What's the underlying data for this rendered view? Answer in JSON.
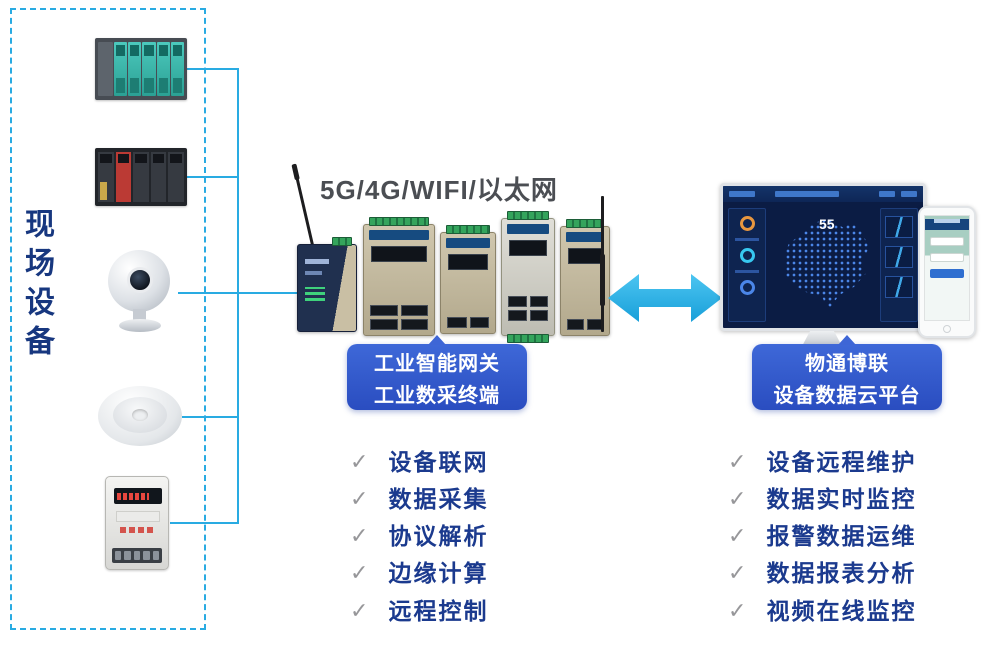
{
  "diagram": {
    "field": {
      "label": "现场设备",
      "device_images": [
        "plc-rack-teal",
        "plc-rack-dark",
        "ip-camera",
        "smoke-detector",
        "energy-meter"
      ]
    },
    "gateway": {
      "connectivity": "5G/4G/WIFI/以太网",
      "title_line1": "工业智能网关",
      "title_line2": "工业数采终端",
      "features": [
        "设备联网",
        "数据采集",
        "协议解析",
        "边缘计算",
        "远程控制"
      ]
    },
    "platform": {
      "title_line1": "物通博联",
      "title_line2": "设备数据云平台",
      "features": [
        "设备远程维护",
        "数据实时监控",
        "报警数据运维",
        "数据报表分析",
        "视频在线监控"
      ],
      "dashboard_stat": "55"
    },
    "ui": {
      "check_icon": "✓",
      "accent_blue": "#29abe2",
      "callout_blue": "#2f55c8",
      "text_navy": "#1b3a8e"
    }
  }
}
